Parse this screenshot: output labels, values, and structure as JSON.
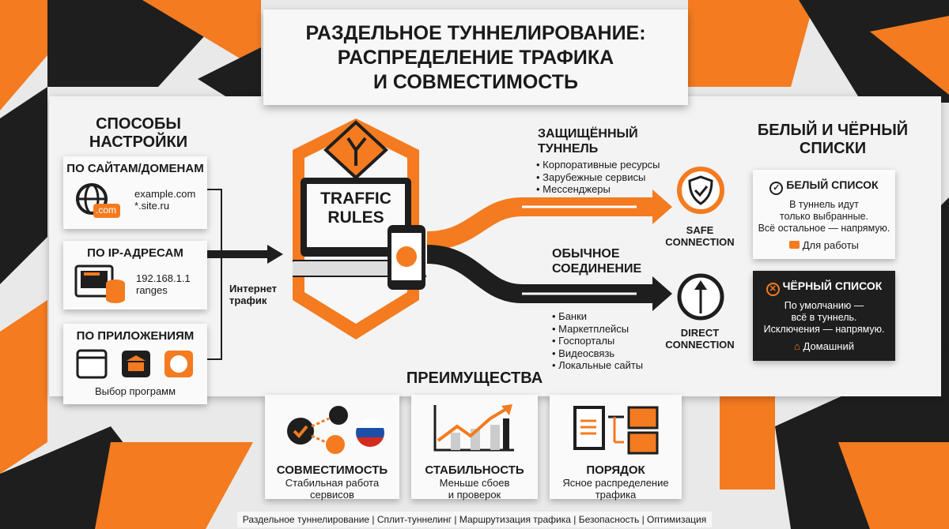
{
  "title": [
    "РАЗДЕЛЬНОЕ ТУННЕЛИРОВАНИЕ:",
    "РАСПРЕДЕЛЕНИЕ ТРАФИКА",
    "И СОВМЕСТИМОСТЬ"
  ],
  "colors": {
    "accent": "#f47b20",
    "dark": "#1e1e1e",
    "panel": "#f3f3f3"
  },
  "methods": {
    "heading": [
      "СПОСОБЫ",
      "НАСТРОЙКИ"
    ],
    "domains": {
      "title": "ПО САЙТАМ/ДОМЕНАМ",
      "icon": "globe-icon",
      "badge": ".com",
      "lines": [
        "example.com",
        "*.site.ru"
      ]
    },
    "ip": {
      "title": "ПО IP-АДРЕСАМ",
      "icon": "ethernet-database-icon",
      "lines": [
        "192.168.1.1",
        "ranges"
      ]
    },
    "apps": {
      "title": "ПО ПРИЛОЖЕНИЯМ",
      "icons": [
        "browser-window-icon",
        "bank-icon",
        "messenger-icon"
      ],
      "caption": "Выбор программ"
    }
  },
  "internet_traffic": [
    "Интернет",
    "трафик"
  ],
  "center": {
    "screen": [
      "TRAFFIC",
      "RULES"
    ],
    "sign_icon": "road-fork-sign-icon",
    "phone_icon": "globe-icon"
  },
  "tunnel": {
    "heading": [
      "ЗАЩИЩЁННЫЙ",
      "ТУННЕЛЬ"
    ],
    "items": [
      "Корпоративные ресурсы",
      "Зарубежные сервисы",
      "Мессенджеры"
    ],
    "label": [
      "SAFE",
      "CONNECTION"
    ],
    "icon": "shield-check-icon"
  },
  "direct": {
    "heading": [
      "ОБЫЧНОЕ",
      "СОЕДИНЕНИЕ"
    ],
    "items": [
      "Банки",
      "Маркетплейсы",
      "Госпорталы",
      "Видеосвязь",
      "Локальные сайты"
    ],
    "label": [
      "DIRECT",
      "CONNECTION"
    ],
    "icon": "arrow-up-circle-icon"
  },
  "lists": {
    "heading": [
      "БЕЛЫЙ И ЧЁРНЫЙ",
      "СПИСКИ"
    ],
    "white": {
      "title": "БЕЛЫЙ СПИСОК",
      "lines": [
        "В туннель идут",
        "только выбранные.",
        "Всё остальное — напрямую."
      ],
      "tag": "Для работы",
      "tag_icon": "briefcase-icon"
    },
    "black": {
      "title": "ЧЁРНЫЙ СПИСОК",
      "lines": [
        "По умолчанию —",
        "всё в туннель.",
        "Исключения — напрямую."
      ],
      "tag": "Домашний",
      "tag_icon": "home-icon"
    }
  },
  "benefits": {
    "heading": "ПРЕИМУЩЕСТВА",
    "items": [
      {
        "title": "СОВМЕСТИМОСТЬ",
        "desc": [
          "Стабильная работа",
          "сервисов"
        ],
        "icon": "services-compatibility-icon"
      },
      {
        "title": "СТАБИЛЬНОСТЬ",
        "desc": [
          "Меньше сбоев",
          "и проверок"
        ],
        "icon": "growth-chart-icon"
      },
      {
        "title": "ПОРЯДОК",
        "desc": [
          "Ясное распределение",
          "трафика"
        ],
        "icon": "document-folders-icon"
      }
    ]
  },
  "footer": "Раздельное туннелирование | Сплит-туннелинг | Маршрутизация трафика | Безопасность | Оптимизация"
}
